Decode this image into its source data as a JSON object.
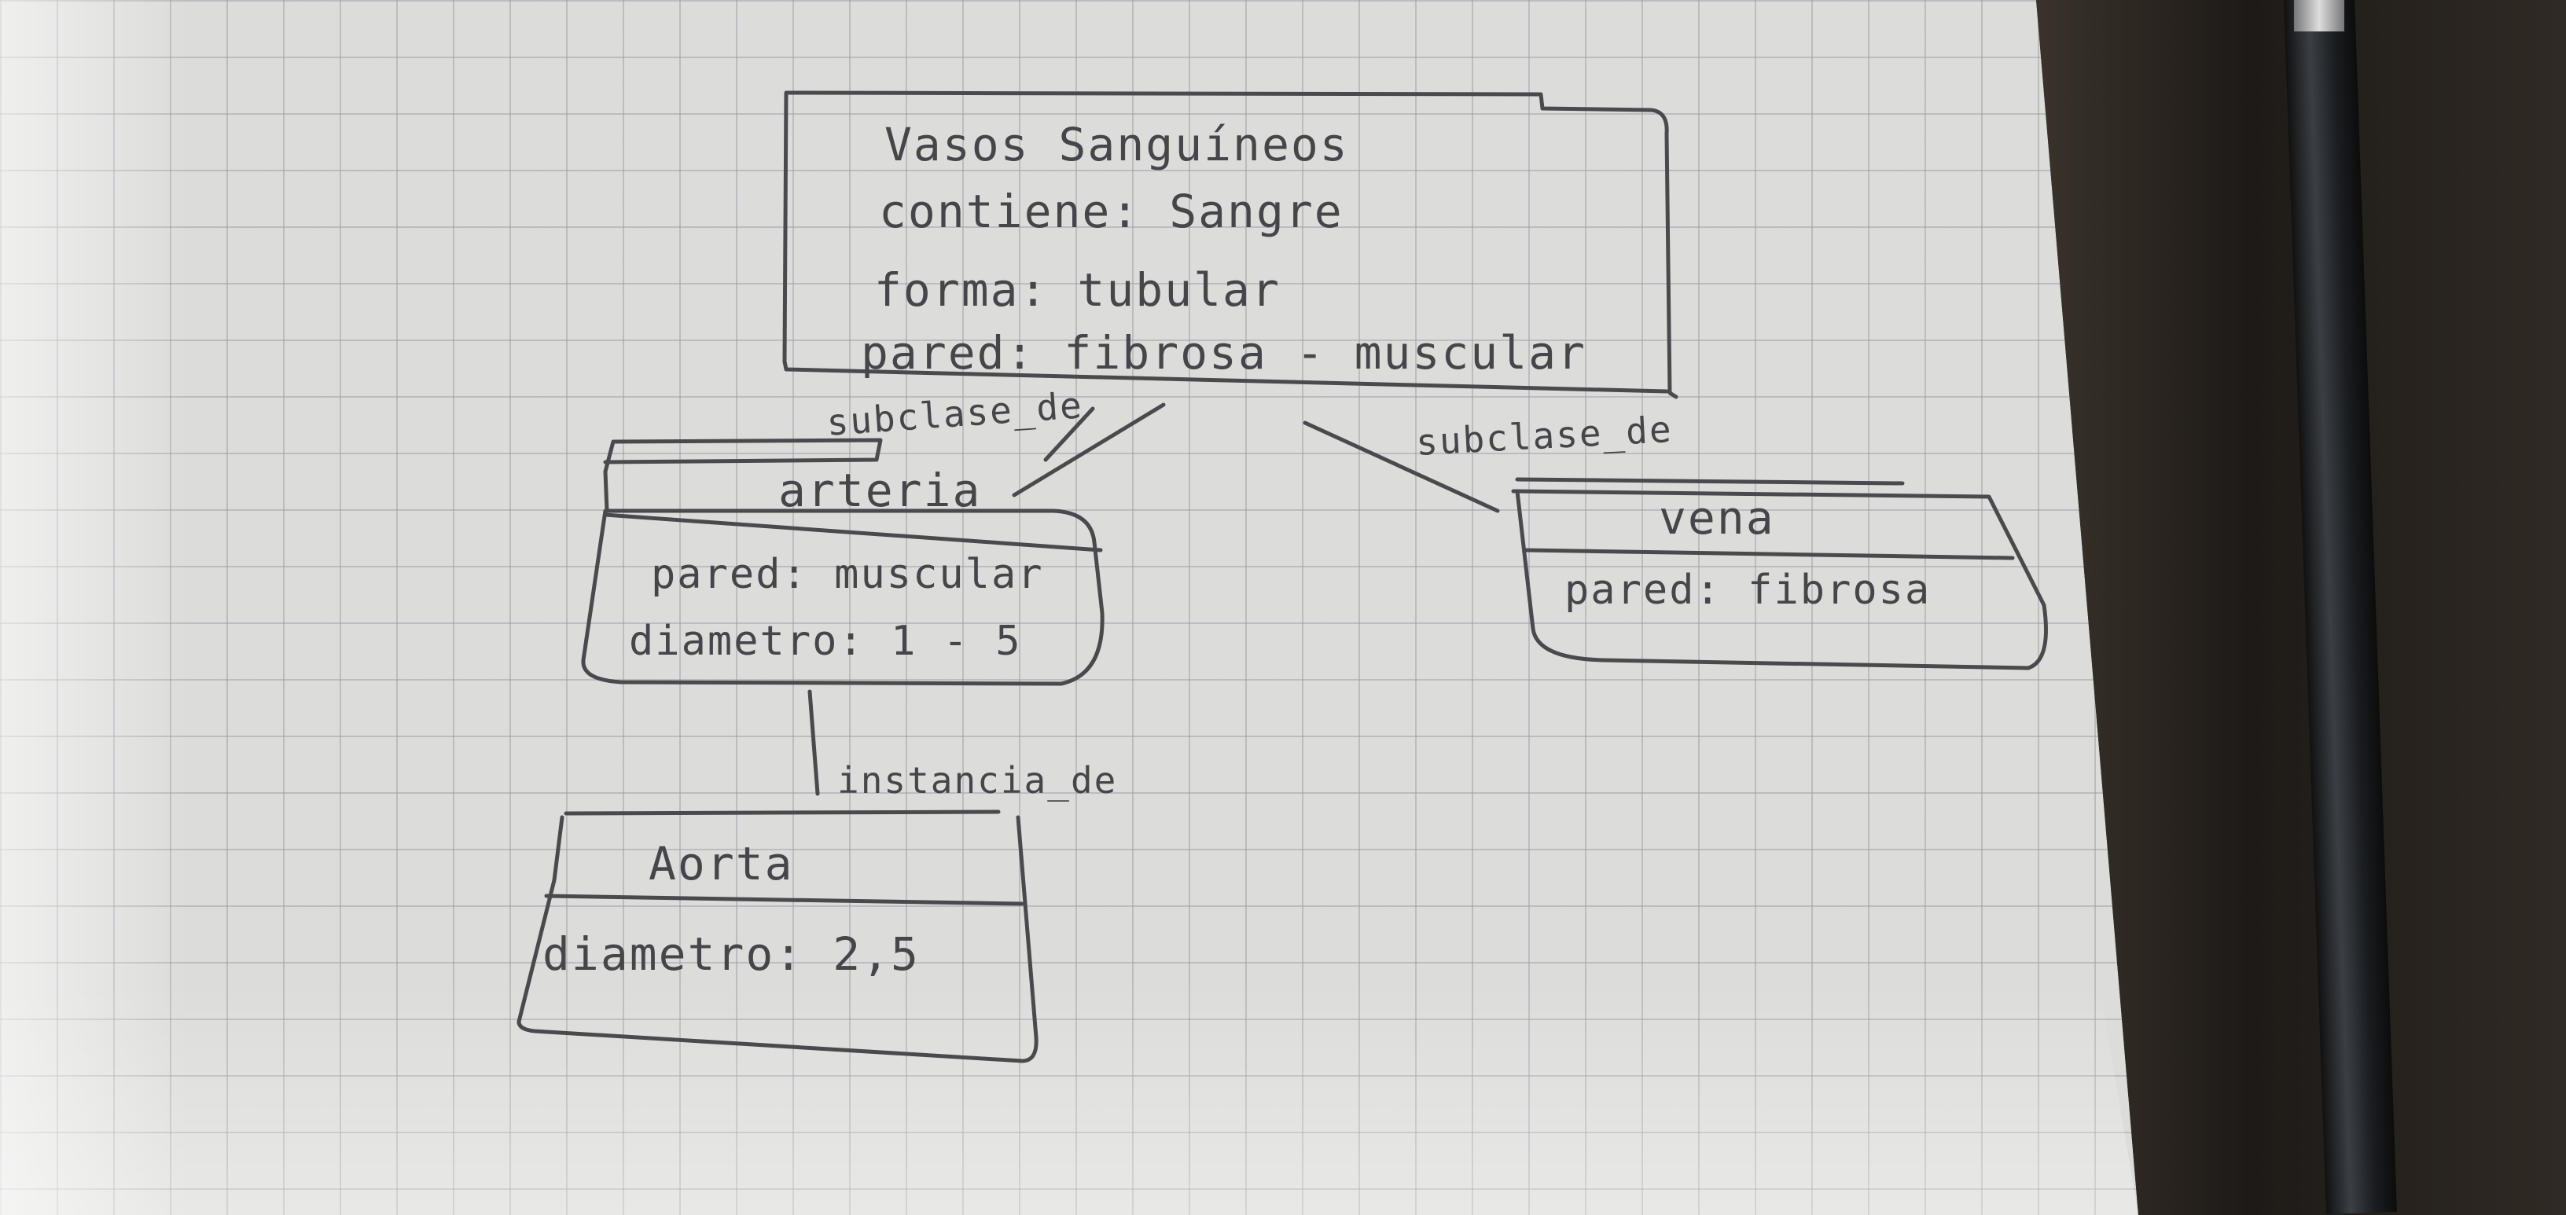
{
  "classes": {
    "vasos": {
      "name": "Vasos Sanguíneos",
      "attributes": [
        "contiene: Sangre",
        "forma: tubular",
        "pared: fibrosa - muscular"
      ]
    },
    "arteria": {
      "name": "arteria",
      "attributes": [
        "pared: muscular",
        "diametro: 1 - 5"
      ]
    },
    "vena": {
      "name": "vena",
      "attributes": [
        "pared: fibrosa"
      ]
    },
    "aorta": {
      "name": "Aorta",
      "attributes": [
        "diametro: 2,5"
      ]
    }
  },
  "relations": {
    "arteria_vasos": "subclase_de",
    "vena_vasos": "subclase_de",
    "aorta_arteria": "instancia_de"
  }
}
